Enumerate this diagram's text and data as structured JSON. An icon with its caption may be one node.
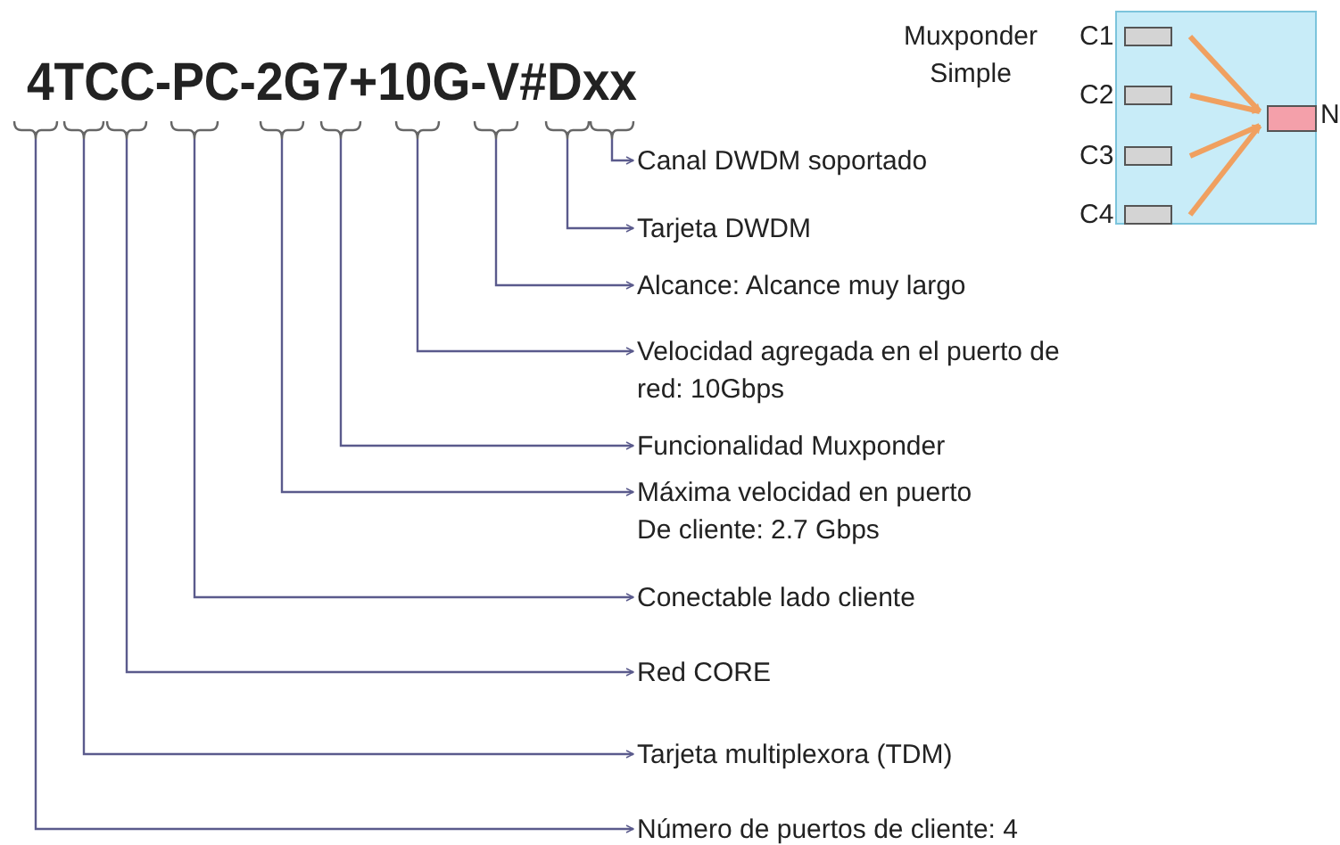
{
  "diagram": {
    "title": "4TCC-PC-2G7+10G-V#Dxx",
    "nodes": [
      {
        "text": [
          "Canal DWDM soportado"
        ]
      },
      {
        "text": [
          "Tarjeta DWDM"
        ]
      },
      {
        "text": [
          "Alcance: Alcance muy largo"
        ]
      },
      {
        "text": [
          "Velocidad agregada en el puerto de red: 10Gbps"
        ]
      },
      {
        "text": [
          "Funcionalidad Muxponder"
        ]
      },
      {
        "text": [
          "Máxima velocidad en puerto De cliente: 2.7 Gbps"
        ]
      },
      {
        "text": [
          "Conectable lado cliente"
        ]
      },
      {
        "text": [
          "Red CORE"
        ]
      },
      {
        "text": [
          "Tarjeta multiplexora (TDM)"
        ]
      },
      {
        "text": [
          "Número de puertos de cliente: 4"
        ]
      },
      {
        "text": [],
        "shape": "box"
      },
      {
        "text": [],
        "shape": "box",
        "in": 10,
        "beside": [
          "C1"
        ]
      },
      {
        "text": [],
        "shape": "box",
        "in": 10,
        "beside": [
          "C2"
        ]
      },
      {
        "text": [],
        "shape": "box",
        "in": 10,
        "beside": [
          "C3"
        ]
      },
      {
        "text": [],
        "shape": "box",
        "in": 10,
        "beside": [
          "C4"
        ]
      },
      {
        "text": [],
        "shape": "box",
        "in": 10,
        "beside": [
          "N"
        ]
      }
    ],
    "edges": [
      {
        "from": null,
        "to": 0,
        "arrow": "to"
      },
      {
        "from": null,
        "to": 1,
        "arrow": "to"
      },
      {
        "from": null,
        "to": 2,
        "arrow": "to"
      },
      {
        "from": null,
        "to": 3,
        "arrow": "to"
      },
      {
        "from": null,
        "to": 4,
        "arrow": "to"
      },
      {
        "from": null,
        "to": 5,
        "arrow": "to"
      },
      {
        "from": null,
        "to": 6,
        "arrow": "to"
      },
      {
        "from": null,
        "to": 7,
        "arrow": "to"
      },
      {
        "from": null,
        "to": 8,
        "arrow": "to"
      },
      {
        "from": null,
        "to": 9,
        "arrow": "to"
      },
      {
        "from": 11,
        "to": 15,
        "arrow": "to",
        "style": "thick",
        "color": "#f0a060"
      },
      {
        "from": 12,
        "to": 15,
        "arrow": "to",
        "style": "thick",
        "color": "#f0a060"
      },
      {
        "from": 13,
        "to": 15,
        "arrow": "to",
        "style": "thick",
        "color": "#f0a060"
      },
      {
        "from": 14,
        "to": 15,
        "arrow": "to",
        "style": "thick",
        "color": "#f0a060"
      }
    ],
    "labels": [
      "Muxponder Simple"
    ]
  }
}
